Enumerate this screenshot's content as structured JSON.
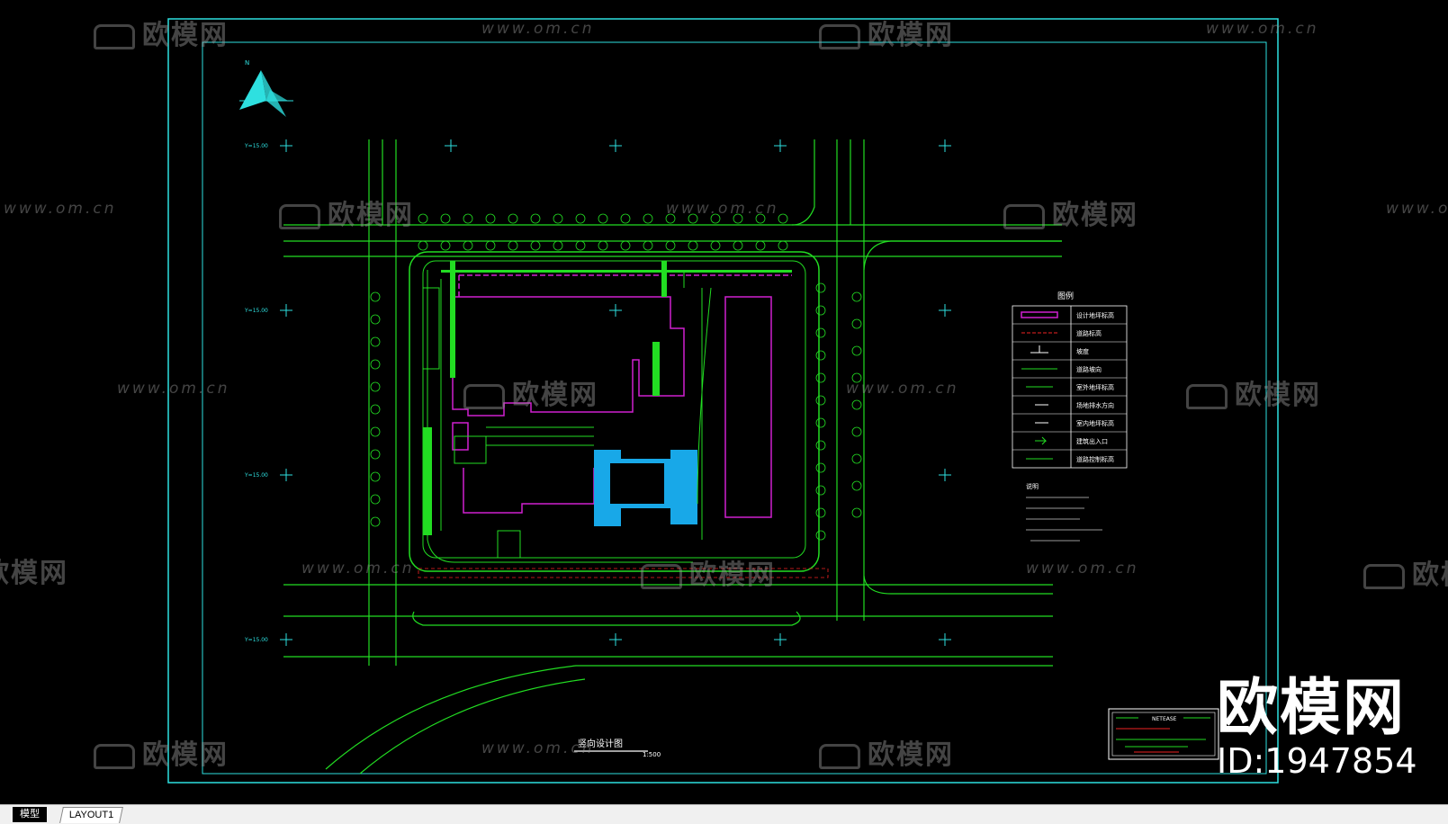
{
  "watermark": {
    "logo_text": "欧模网",
    "url_text": "www.om.cn"
  },
  "brand": {
    "name": "欧模网",
    "id_label": "ID:1947854"
  },
  "drawing": {
    "title": "竖向设计图",
    "scale": "1:500",
    "north_label": "N",
    "grid_label": "Y=15.00",
    "legend_title": "图例",
    "legend_rows": [
      {
        "label": "设计地坪标高"
      },
      {
        "label": "道路标高"
      },
      {
        "label": "坡度"
      },
      {
        "label": "道路坡向"
      },
      {
        "label": "室外地坪标高"
      },
      {
        "label": "场地排水方向"
      },
      {
        "label": "室内地坪标高"
      },
      {
        "label": "建筑出入口"
      },
      {
        "label": "道路控制标高"
      }
    ],
    "notes_title": "说明",
    "title_block_company": "NETEASE"
  },
  "colors": {
    "green": "#22dd22",
    "cyan": "#2ee0e0",
    "magenta": "#d020d0",
    "blue": "#18a8e8",
    "white": "#ffffff"
  },
  "tabs": [
    {
      "label": "模型"
    },
    {
      "label": "LAYOUT1"
    }
  ]
}
